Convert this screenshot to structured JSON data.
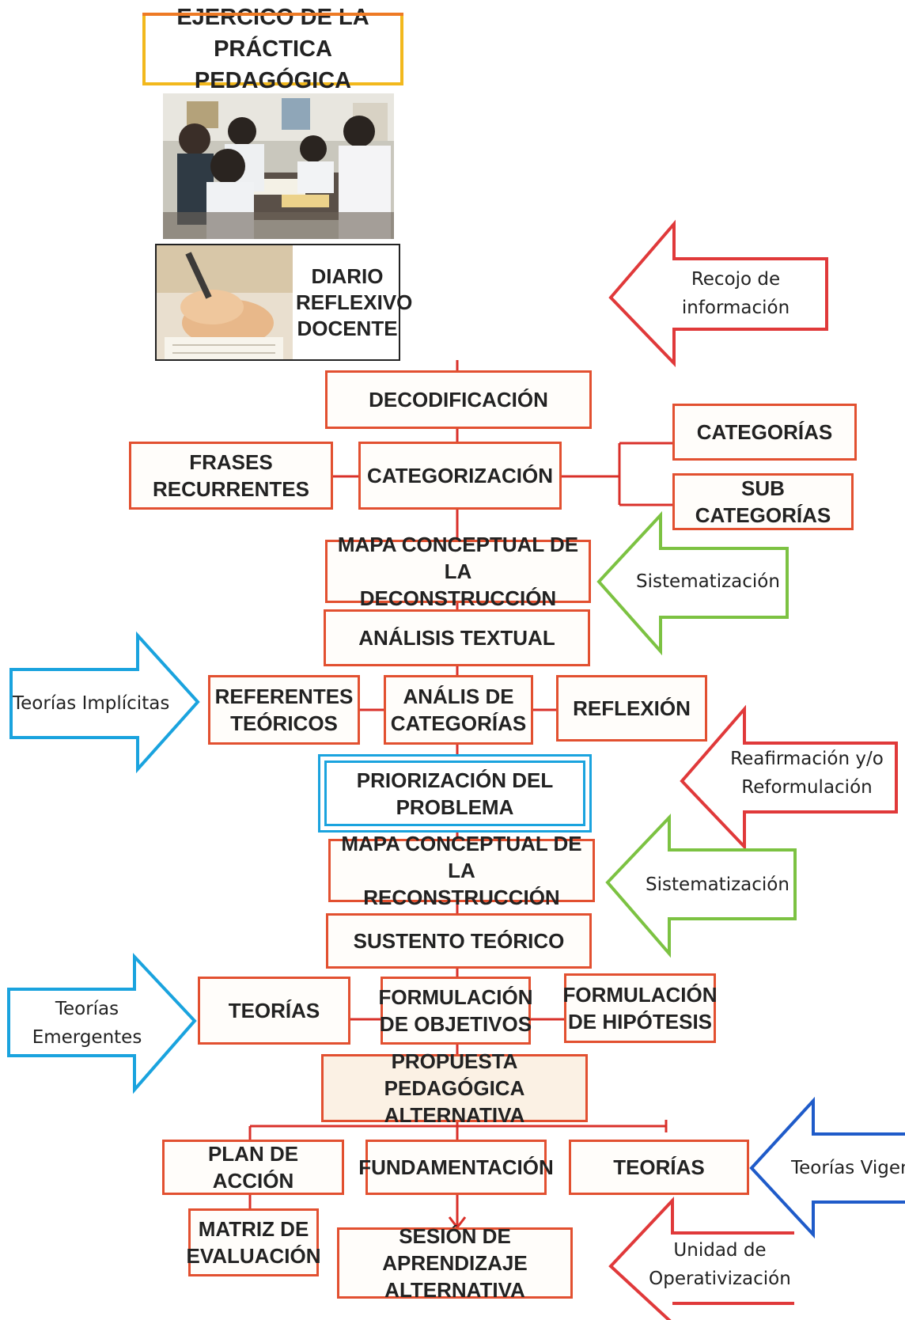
{
  "header": {
    "title_line1": "EJERCICO DE LA",
    "title_line2": "PRÁCTICA PEDAGÓGICA",
    "diario_line1": "DIARIO",
    "diario_line2": "REFLEXIVO",
    "diario_line3": "DOCENTE"
  },
  "flow": {
    "decodificacion": "DECODIFICACIÓN",
    "frases_line1": "FRASES",
    "frases_line2": "RECURRENTES",
    "categorizacion": "CATEGORIZACIÓN",
    "categorias": "CATEGORÍAS",
    "sub_categorias": "SUB CATEGORÍAS",
    "mapa_decon_line1": "MAPA CONCEPTUAL DE LA",
    "mapa_decon_line2": "DECONSTRUCCIÓN",
    "analisis_textual": "ANÁLISIS TEXTUAL",
    "referentes_line1": "REFERENTES",
    "referentes_line2": "TEÓRICOS",
    "analisis_cat_line1": "ANÁLIS DE",
    "analisis_cat_line2": "CATEGORÍAS",
    "reflexion": "REFLEXIÓN",
    "priorizacion_line1": "PRIORIZACIÓN DEL",
    "priorizacion_line2": "PROBLEMA",
    "mapa_recon_line1": "MAPA CONCEPTUAL DE LA",
    "mapa_recon_line2": "RECONSTRUCCIÓN",
    "sustento": "SUSTENTO TEÓRICO",
    "teorias": "TEORÍAS",
    "formulacion_obj_line1": "FORMULACIÓN",
    "formulacion_obj_line2": "DE OBJETIVOS",
    "formulacion_hip_line1": "FORMULACIÓN",
    "formulacion_hip_line2": "DE HIPÓTESIS",
    "propuesta_line1": "PROPUESTA",
    "propuesta_line2": "PEDAGÓGICA ALTERNATIVA",
    "plan_accion": "PLAN DE ACCIÓN",
    "fundamentacion": "FUNDAMENTACIÓN",
    "teorias_bottom": "TEORÍAS",
    "matriz_line1": "MATRIZ DE",
    "matriz_line2": "EVALUACIÓN",
    "sesion_line1": "SESIÓN DE APRENDIZAJE",
    "sesion_line2": "ALTERNATIVA"
  },
  "arrows": {
    "recojo_line1": "Recojo de",
    "recojo_line2": "información",
    "sistematizacion_1": "Sistematización",
    "teorias_implicitas": "Teorías Implícitas",
    "reafirmacion_line1": "Reafirmación y/o",
    "reafirmacion_line2": "Reformulación",
    "sistematizacion_2": "Sistematización",
    "teorias_emergentes_line1": "Teorías",
    "teorias_emergentes_line2": "Emergentes",
    "teorias_vigentes": "Teorías Vigen",
    "unidad_line1": "Unidad de",
    "unidad_line2": "Operativización"
  },
  "colors": {
    "flow_border": "#e25030",
    "connector": "#d9302a",
    "arrow_red": "#e0393a",
    "arrow_green": "#7cc242",
    "arrow_blue_light": "#1aa3de",
    "arrow_blue_dark": "#1f5bc9",
    "title_border": "#f2b81c",
    "problem_border": "#1aa3de"
  },
  "icons": {
    "classroom_photo": "classroom-photo-icon",
    "writing_photo": "writing-hand-photo-icon"
  }
}
